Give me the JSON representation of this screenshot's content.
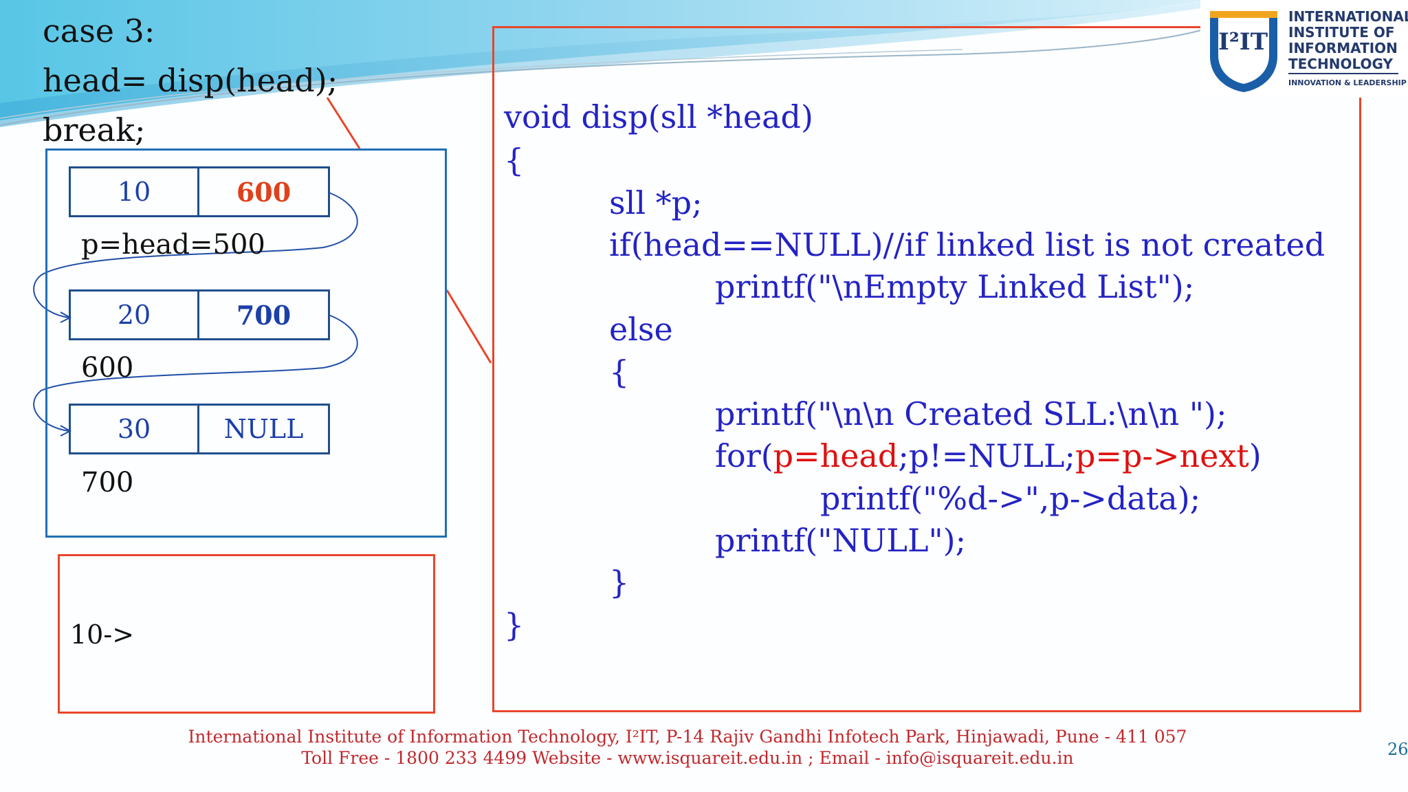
{
  "case_label": "case 3:",
  "call_line": "head= disp(head);",
  "break_line": "break;",
  "nodes": [
    {
      "data": "10",
      "next": "600",
      "next_color": "#e0401a",
      "address": "p=head=500"
    },
    {
      "data": "20",
      "next": "700",
      "next_color": "#1c3fa8",
      "address": "600"
    },
    {
      "data": "30",
      "next": "NULL",
      "next_color": "#1c3fa8",
      "address": "700"
    }
  ],
  "output_text": "10->",
  "code": {
    "l1": "void disp(sll *head)",
    "l2": "{",
    "l3": "sll *p;",
    "l4": "if(head==NULL)//if linked list is not created",
    "l5": "printf(\"\\nEmpty Linked List\");",
    "l6": "else",
    "l7": "{",
    "l8": "printf(\"\\n\\n Created SLL:\\n\\n \");",
    "l9_a": "for(",
    "l9_b": "p=head",
    "l9_c": ";p!=NULL;",
    "l9_d": "p=p->next",
    "l9_e": ")",
    "l10": "printf(\"%d->\",p->data);",
    "l11": "printf(\"NULL\");",
    "l12": "}",
    "l13": "}"
  },
  "footer": {
    "line1": "International Institute of Information Technology, I²IT, P-14 Rajiv Gandhi Infotech Park, Hinjawadi, Pune - 411 057",
    "line2": "Toll Free - 1800 233 4499 Website - www.isquareit.edu.in ; Email - info@isquareit.edu.in"
  },
  "page_number": "26",
  "logo": {
    "mark": "I²IT",
    "line1": "INTERNATIONAL",
    "line2": "INSTITUTE OF",
    "line3": "INFORMATION",
    "line4": "TECHNOLOGY",
    "tagline": "INNOVATION & LEADERSHIP"
  },
  "colors": {
    "frame_blue": "#1f6fb5",
    "frame_red": "#e8452a",
    "code_blue": "#2323c4",
    "code_red": "#e01010",
    "footer_red": "#c0282d"
  }
}
